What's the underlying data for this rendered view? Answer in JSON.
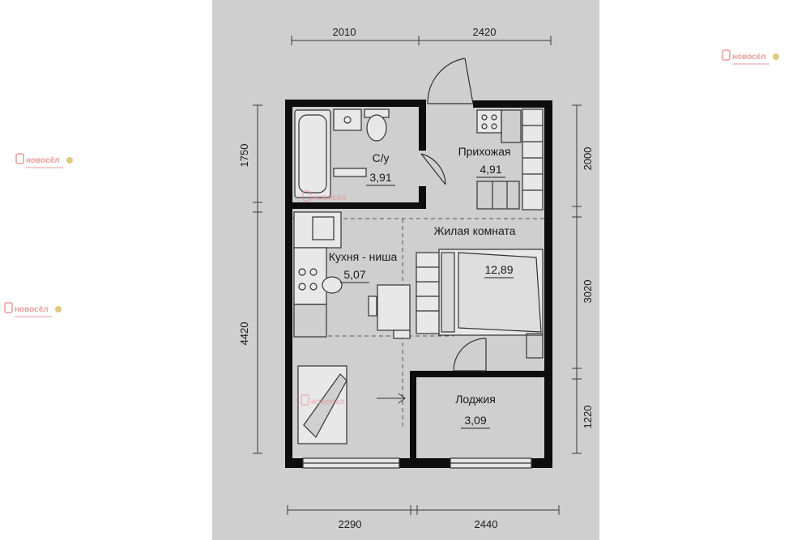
{
  "dimensions": {
    "top_left": "2010",
    "top_right": "2420",
    "bottom_left": "2290",
    "bottom_right": "2440",
    "left_upper": "1750",
    "left_lower": "4420",
    "right_upper": "2000",
    "right_middle": "3020",
    "right_lower": "1220"
  },
  "rooms": [
    {
      "id": "bathroom",
      "name": "С/у",
      "area": "3,91"
    },
    {
      "id": "hallway",
      "name": "Прихожая",
      "area": "4,91"
    },
    {
      "id": "living",
      "name": "Жилая комната",
      "area": "12,89"
    },
    {
      "id": "kitchen",
      "name": "Кухня - ниша",
      "area": "5,07"
    },
    {
      "id": "loggia",
      "name": "Лоджия",
      "area": "3,09"
    }
  ],
  "watermark": {
    "brand": "новосёл",
    "color": "#e58a8a"
  },
  "colors": {
    "wall": "#0d0d0d",
    "paper": "#cfcfcf",
    "line": "#3a3a3a"
  }
}
